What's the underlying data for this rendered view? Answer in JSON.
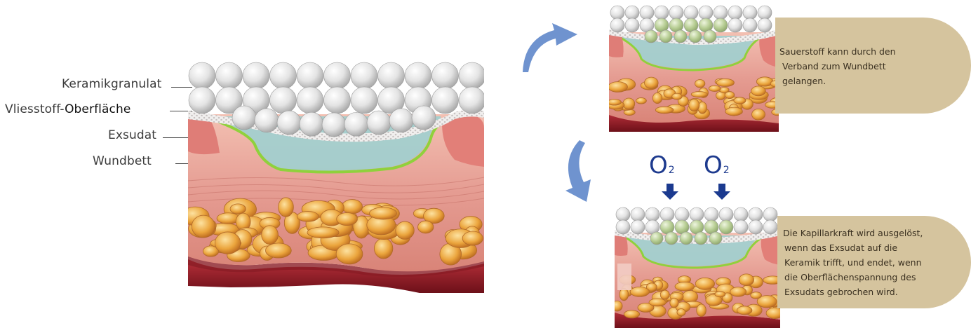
{
  "labels": {
    "ceramic": "Keramikgranulat",
    "nonwoven_a": "Vliesstoff-",
    "nonwoven_b": "Oberfläche",
    "exudate": "Exsudat",
    "woundbed": "Wundbett"
  },
  "callouts": {
    "oxygen": [
      "Sauerstoff kann durch den",
      "Verband zum Wundbett",
      "gelangen."
    ],
    "capillary": [
      "Die Kapillarkraft wird ausgelöst,",
      "wenn das Exsudat auf die",
      "Keramik trifft, und endet, wenn",
      "die Oberflächenspannung des",
      "Exsudats gebrochen wird."
    ]
  },
  "oxygen_symbol": {
    "letter": "O",
    "subscript": "2"
  },
  "colors": {
    "bubble": "#d5c49e",
    "oxygen": "#1d3a8e",
    "arrow_curve": "#6f93cf",
    "exudate": "#9dcfd0",
    "wound_edge": "#8fd13c",
    "tissue": "#e9a39b",
    "fat": "#e8a23a"
  },
  "icons": [
    "curved-arrow-icon",
    "down-arrow-icon"
  ]
}
